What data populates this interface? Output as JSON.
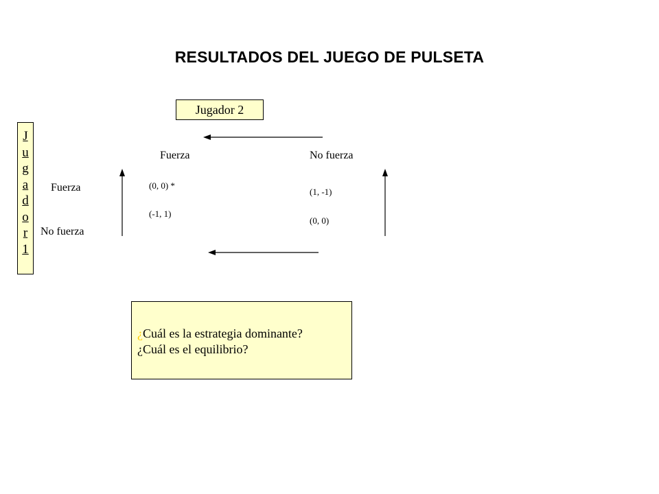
{
  "title": "RESULTADOS DEL JUEGO DE PULSETA",
  "player2": {
    "label": "Jugador 2",
    "strategies": [
      "Fuerza",
      "No fuerza"
    ]
  },
  "player1": {
    "letters": [
      "J",
      "u",
      "g",
      "a",
      "d",
      "o",
      "r",
      "1"
    ],
    "strategies": [
      "Fuerza",
      "No fuerza"
    ]
  },
  "payoffs": {
    "ff": "(0, 0)",
    "ff_mark": "*",
    "nf_f": "(-1, 1)",
    "f_nf": "(1, -1)",
    "nf_nf": "(0, 0)"
  },
  "questions": {
    "q1_mark": "¿",
    "q1_text": "Cuál es la estrategia  dominante?",
    "q2": "¿Cuál es el equilibrio?"
  },
  "colors": {
    "box_fill": "#ffffcc",
    "highlight": "#ffcc00"
  }
}
